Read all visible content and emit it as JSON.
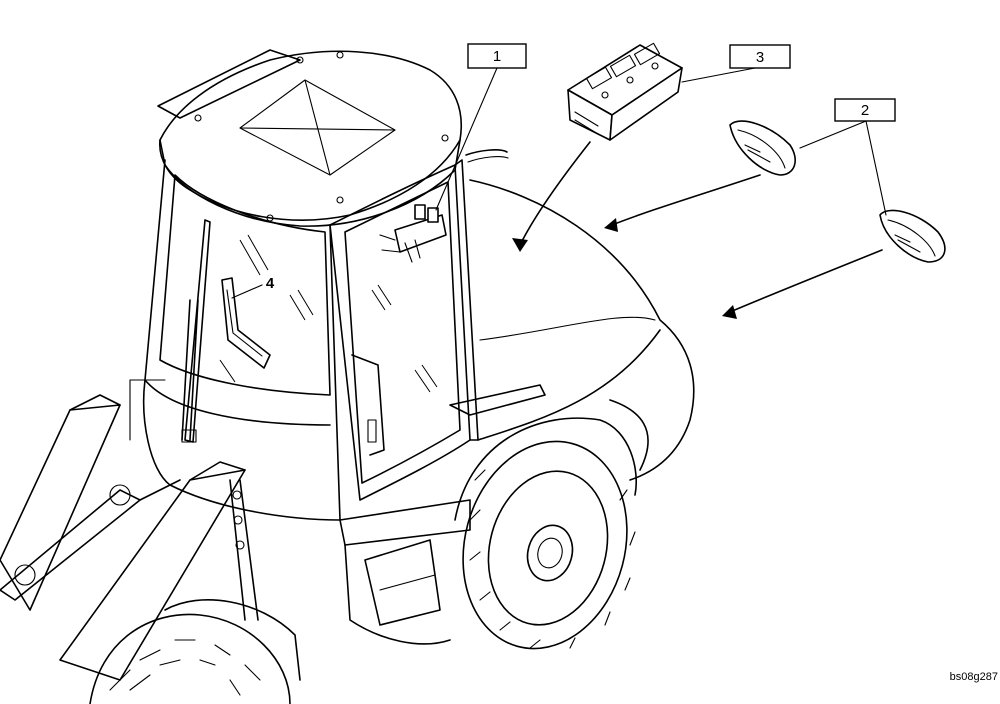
{
  "callouts": [
    {
      "id": "1",
      "label": "1"
    },
    {
      "id": "2",
      "label": "2"
    },
    {
      "id": "3",
      "label": "3"
    },
    {
      "id": "4",
      "label": "4"
    }
  ],
  "drawing_ref": "bs08g287"
}
